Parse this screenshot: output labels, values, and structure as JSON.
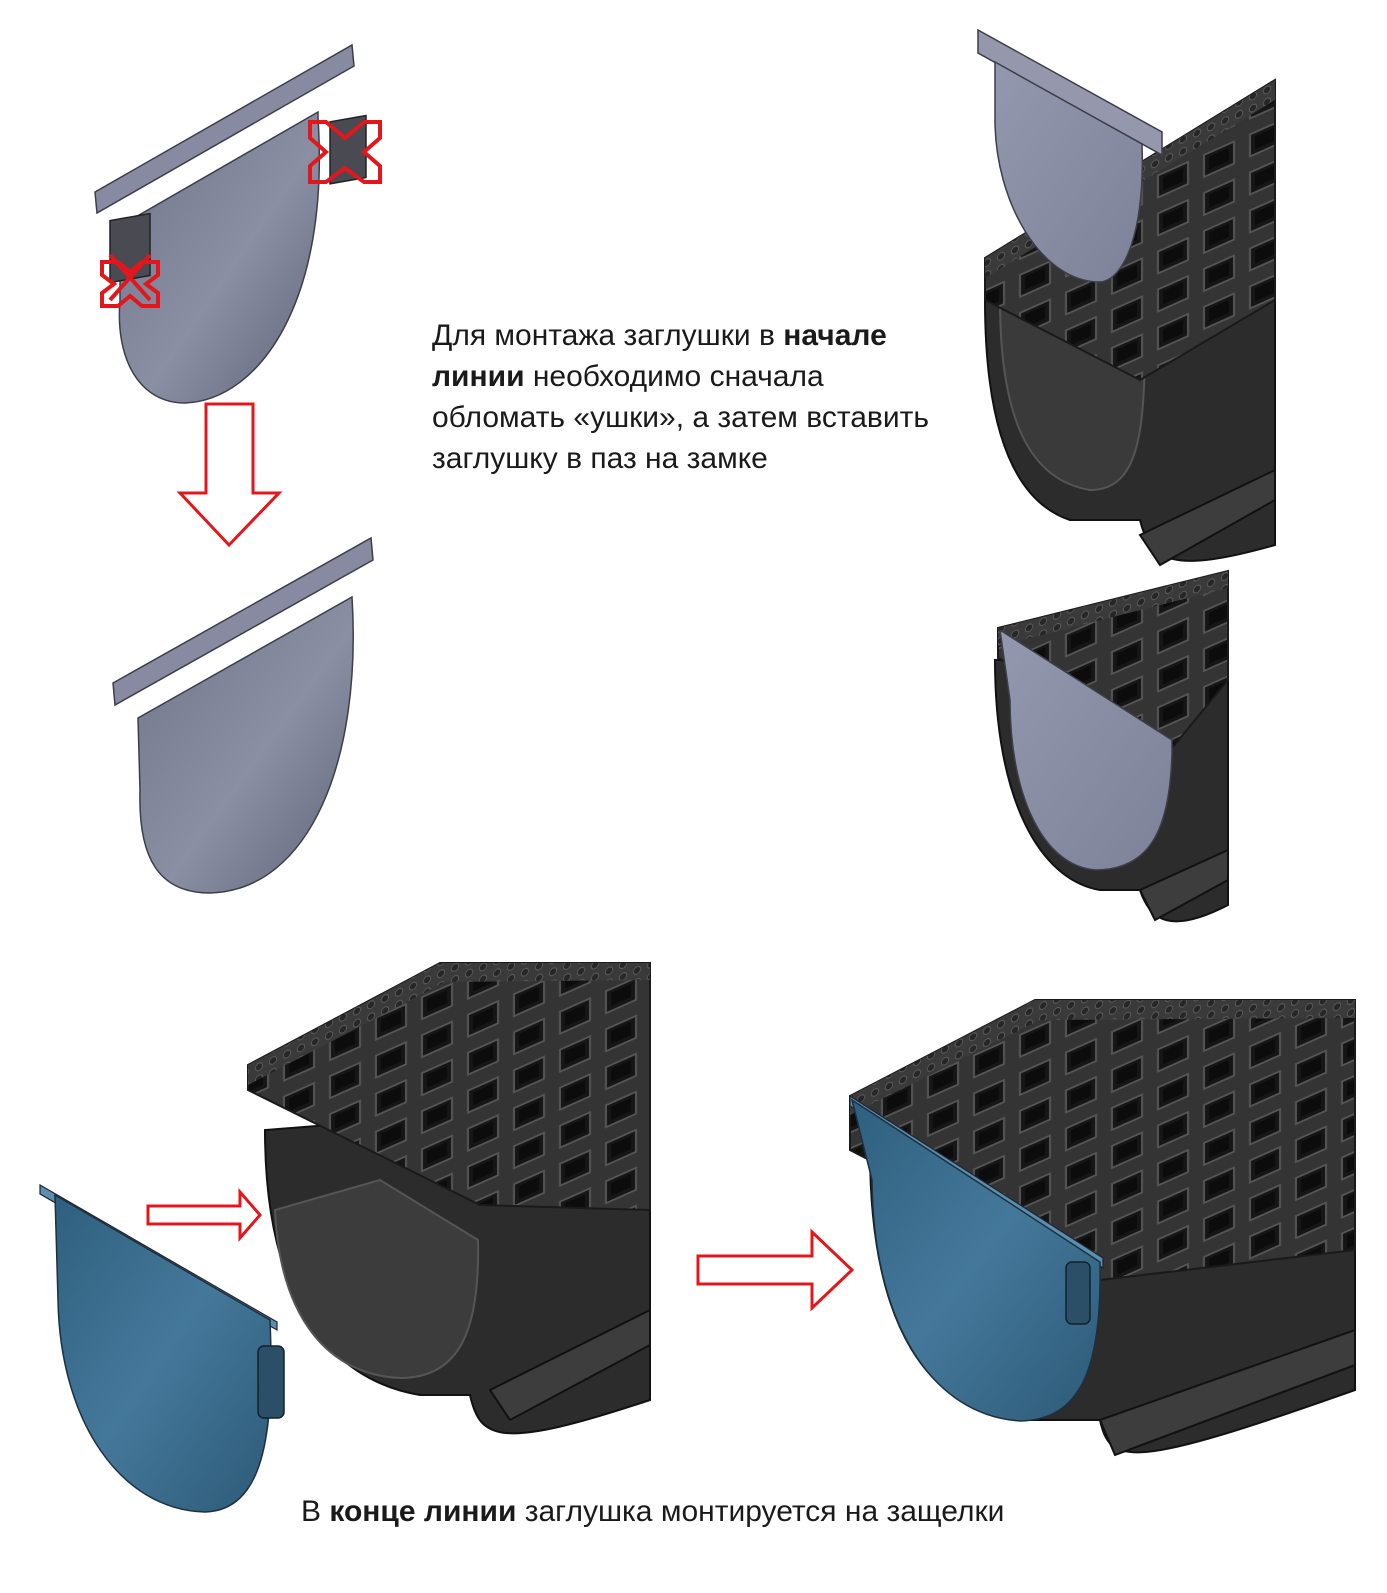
{
  "captions": {
    "start": {
      "part1": "Для монтажа заглушки в ",
      "bold": "начале линии",
      "part2": " необходимо сначала обломать «ушки», а затем вставить заглушку в паз на замке"
    },
    "end": {
      "part1": "В ",
      "bold": "конце линии",
      "part2": " заглушка монтируется на защелки"
    }
  },
  "colors": {
    "plate_grey": "#7d8196",
    "plate_blue": "#3e6d8a",
    "channel_black": "#2c2c2c",
    "arrow_red": "#e3171b"
  },
  "icons": [
    "cross-mark-icon",
    "down-arrow-icon",
    "right-arrow-icon"
  ]
}
